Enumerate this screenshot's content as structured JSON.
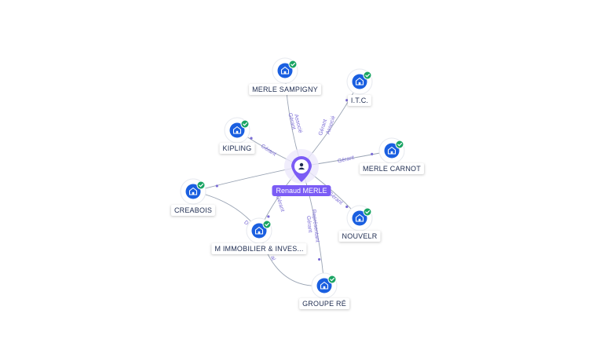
{
  "colors": {
    "center": "#7b5cf5",
    "company": "#1a5fe0",
    "check": "#19a463",
    "edge": "#9aa4b4",
    "edge_label": "#7b6cd6",
    "label_text": "#1d2b4f"
  },
  "center": {
    "name": "Renaud MERLE",
    "icon": "person-icon"
  },
  "companies": [
    {
      "id": "merle-sampigny",
      "name": "MERLE SAMPIGNY",
      "icon": "building-icon",
      "verified": true,
      "edge_labels": [
        "Gérant",
        "Associé"
      ]
    },
    {
      "id": "itc",
      "name": "I.T.C.",
      "icon": "building-icon",
      "verified": true,
      "edge_labels": [
        "Gérant",
        "Associé"
      ]
    },
    {
      "id": "kipling",
      "name": "KIPLING",
      "icon": "building-icon",
      "verified": true,
      "edge_labels": [
        "Gérant"
      ]
    },
    {
      "id": "merle-carnot",
      "name": "MERLE CARNOT",
      "icon": "building-icon",
      "verified": true,
      "edge_labels": [
        "Gérant"
      ]
    },
    {
      "id": "creabois",
      "name": "CREABOIS",
      "icon": "building-icon",
      "verified": true,
      "edge_labels": [
        "Di"
      ]
    },
    {
      "id": "nouvelr",
      "name": "NOUVELR",
      "icon": "building-icon",
      "verified": true,
      "edge_labels": [
        "Gérant"
      ]
    },
    {
      "id": "m-immobilier",
      "name": "M IMMOBILIER & INVES...",
      "icon": "building-icon",
      "verified": true,
      "edge_labels": [
        "Gérant"
      ]
    },
    {
      "id": "groupe-re",
      "name": "GROUPE RÉ",
      "icon": "building-icon",
      "verified": true,
      "edge_labels": [
        "Gérant",
        "Représentant"
      ]
    }
  ],
  "secondary_edge_labels": [
    "al"
  ]
}
